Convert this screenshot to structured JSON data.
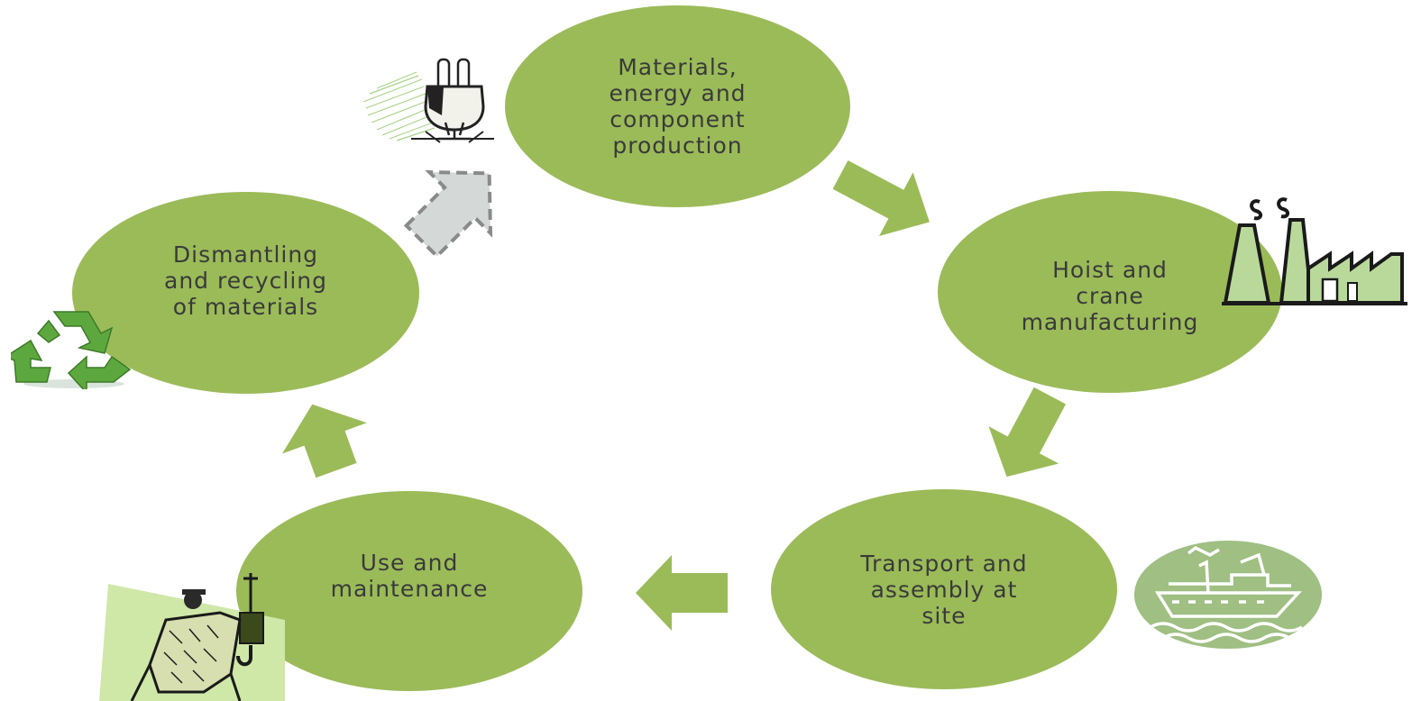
{
  "diagram": {
    "type": "cycle",
    "colors": {
      "node_fill": "#9bbb59",
      "arrow_fill": "#9bbb59",
      "label_text": "#3a3a3a",
      "dashed_arrow_fill": "#d4d8d7",
      "dashed_arrow_stroke": "#8a8a8a"
    },
    "nodes": [
      {
        "id": "materials",
        "label": "Materials,\nenergy and\ncomponent\nproduction",
        "icon": "power-plug-icon"
      },
      {
        "id": "manufacturing",
        "label": "Hoist and\ncrane\nmanufacturing",
        "icon": "factory-icon"
      },
      {
        "id": "transport",
        "label": "Transport and\nassembly at\nsite",
        "icon": "ship-icon"
      },
      {
        "id": "use",
        "label": "Use and\nmaintenance",
        "icon": "worker-hoist-icon"
      },
      {
        "id": "recycling",
        "label": "Dismantling\nand recycling\nof materials",
        "icon": "recycle-icon"
      }
    ],
    "arrows": [
      {
        "from": "materials",
        "to": "manufacturing",
        "style": "solid"
      },
      {
        "from": "manufacturing",
        "to": "transport",
        "style": "solid"
      },
      {
        "from": "transport",
        "to": "use",
        "style": "solid"
      },
      {
        "from": "use",
        "to": "recycling",
        "style": "solid"
      },
      {
        "from": "recycling",
        "to": "materials",
        "style": "dashed"
      }
    ]
  }
}
